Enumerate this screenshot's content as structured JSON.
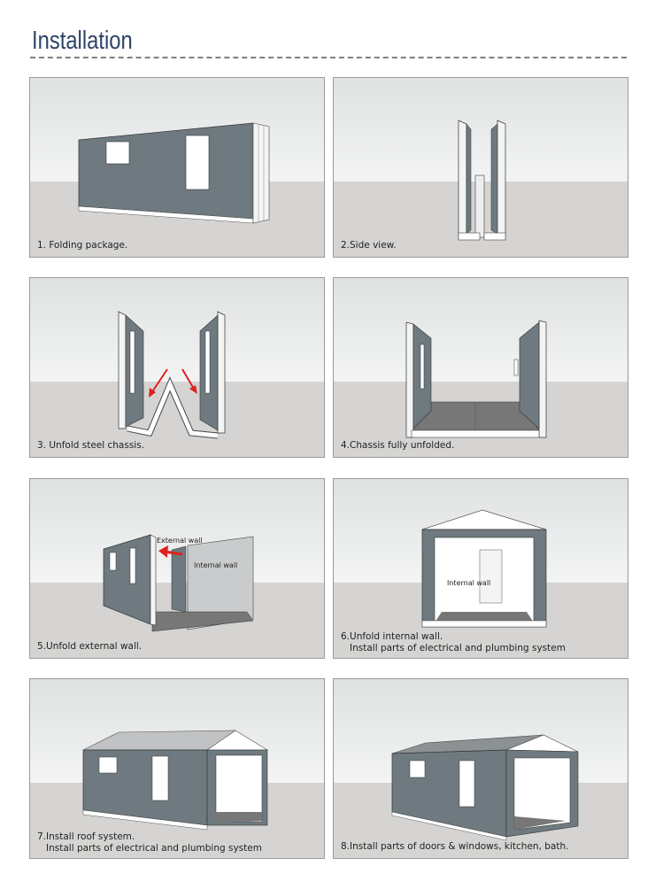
{
  "title": "Installation",
  "panels": [
    {
      "caption": "1. Folding package."
    },
    {
      "caption": "2.Side view."
    },
    {
      "caption": "3. Unfold steel chassis."
    },
    {
      "caption": "4.Chassis fully unfolded."
    },
    {
      "caption": "5.Unfold external wall.",
      "labels": [
        "External wall",
        "Internal wall"
      ]
    },
    {
      "caption": "6.Unfold internal wall.",
      "caption2": "Install parts of electrical and plumbing system",
      "labels": [
        "Internal wall"
      ]
    },
    {
      "caption": "7.Install roof system.",
      "caption2": "Install parts of electrical and plumbing system"
    },
    {
      "caption": "8.Install parts of doors & windows, kitchen, bath."
    }
  ],
  "colors": {
    "wall": "#6e7a7f",
    "title": "#2d4466",
    "arrow": "#e02020"
  }
}
